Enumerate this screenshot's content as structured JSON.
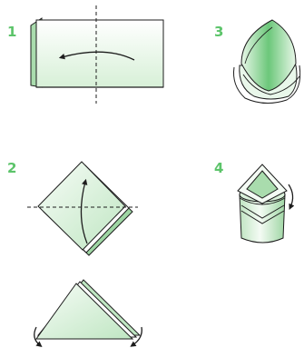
{
  "steps": [
    {
      "number": "1"
    },
    {
      "number": "2"
    },
    {
      "number": "3"
    },
    {
      "number": "4"
    }
  ],
  "colors": {
    "step_number": "#5cc46a",
    "paper_light": "#f2faf2",
    "paper_mid": "#cfeccf",
    "paper_dark": "#7fce86",
    "outline": "#1d1d1d"
  },
  "icons": [
    "curved-arrow-left-icon",
    "curved-arrow-up-icon",
    "curl-arrow-icon",
    "rotate-arrow-icon"
  ]
}
